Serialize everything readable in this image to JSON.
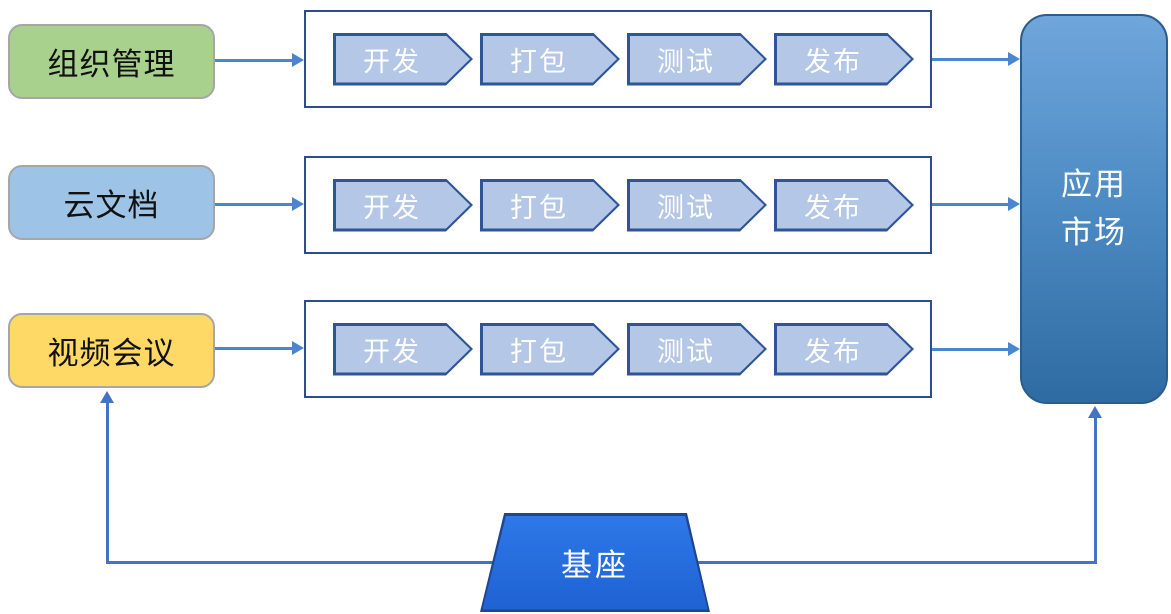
{
  "colors": {
    "source_border": "#a6a6a6",
    "pipeline_border": "#2e4d8f",
    "chevron_fill": "#b4c7e7",
    "chevron_border": "#2e5597",
    "chevron_text": "#ffffff",
    "arrow": "#4a86d0",
    "connector": "#4472c4",
    "market_top": "#6fa6db",
    "market_bottom": "#2f6ba3",
    "market_border": "#2b5c8a",
    "base_top": "#2e78e8",
    "base_bottom": "#1e62d4",
    "base_border": "#1f4690"
  },
  "rows": [
    {
      "label": "组织管理",
      "fill": "#a9d18e",
      "steps": [
        "开发",
        "打包",
        "测试",
        "发布"
      ]
    },
    {
      "label": "云文档",
      "fill": "#9dc3e6",
      "steps": [
        "开发",
        "打包",
        "测试",
        "发布"
      ]
    },
    {
      "label": "视频会议",
      "fill": "#ffd966",
      "steps": [
        "开发",
        "打包",
        "测试",
        "发布"
      ]
    }
  ],
  "market": {
    "label": "应用市场",
    "lines": [
      "应用",
      "市场"
    ]
  },
  "base": {
    "label": "基座"
  }
}
